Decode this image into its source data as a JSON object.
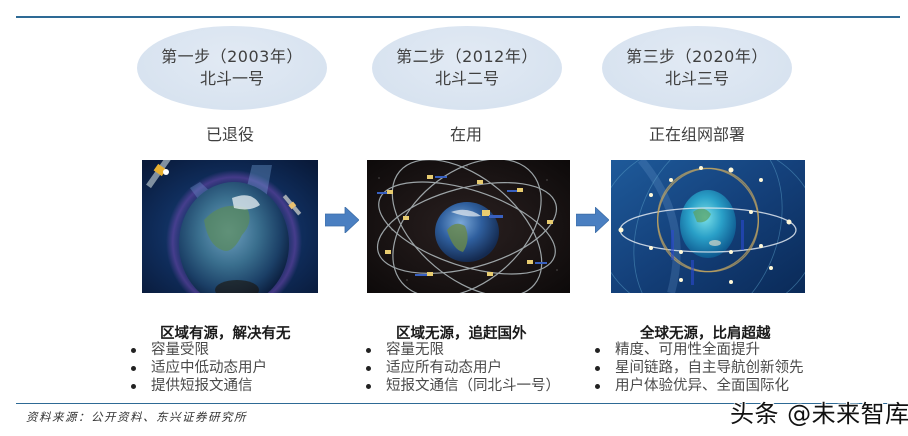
{
  "steps": [
    {
      "step_label": "第一步（2003年）",
      "system_name": "北斗一号",
      "status": "已退役",
      "image_alt": "satellites-over-earth",
      "heading": "区域有源，解决有无",
      "bullets": [
        "容量受限",
        "适应中低动态用户",
        "提供短报文通信"
      ]
    },
    {
      "step_label": "第二步（2012年）",
      "system_name": "北斗二号",
      "status": "在用",
      "image_alt": "satellite-constellation-orbits",
      "heading": "区域无源，追赶国外",
      "bullets": [
        "容量无限",
        "适应所有动态用户",
        "短报文通信（同北斗一号）"
      ]
    },
    {
      "step_label": "第三步（2020年）",
      "system_name": "北斗三号",
      "status": "正在组网部署",
      "image_alt": "global-constellation-network",
      "heading": "全球无源，比肩超越",
      "bullets": [
        "精度、可用性全面提升",
        "星间链路，自主导航创新领先",
        "用户体验优异、全面国际化"
      ]
    }
  ],
  "arrows": [
    "arrow-right-icon",
    "arrow-right-icon"
  ],
  "source": "资料来源：公开资料、东兴证券研究所",
  "watermark": "头条 @未来智库",
  "colors": {
    "rule": "#2e6a95",
    "ellipse_fill": "#dbe5f1",
    "arrow": "#4a7fc1",
    "text": "#404040"
  }
}
